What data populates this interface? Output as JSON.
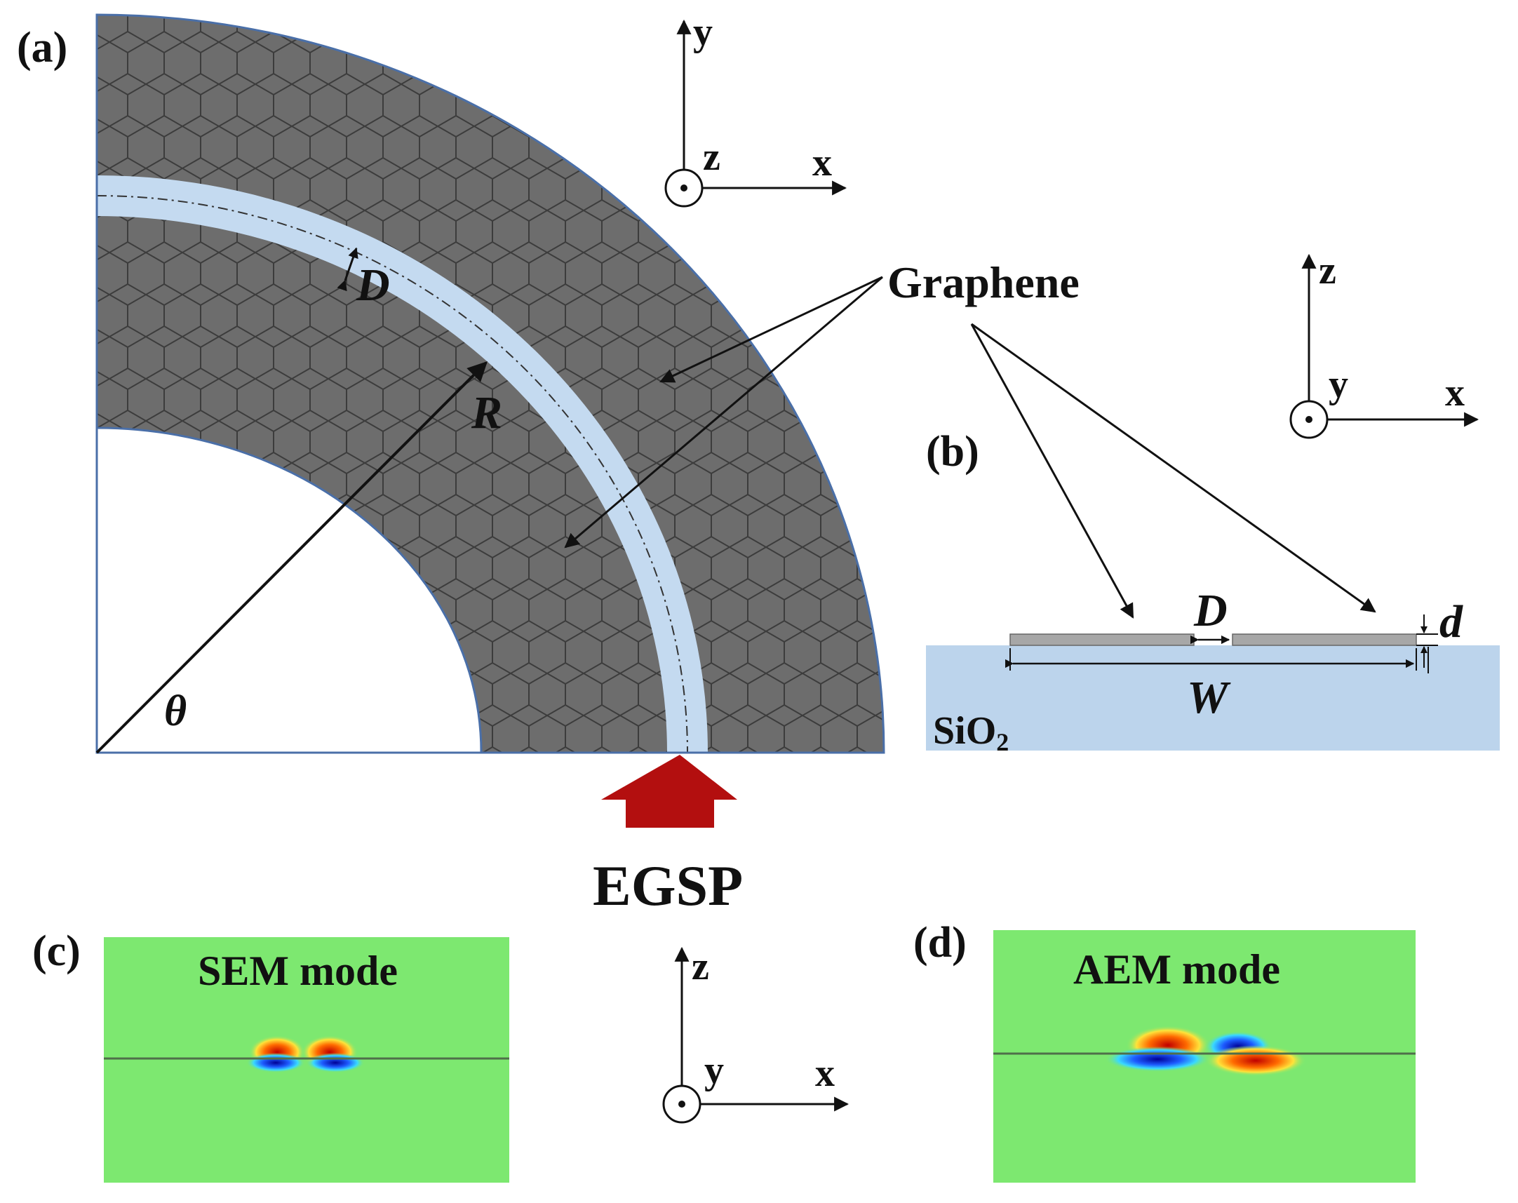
{
  "panels": {
    "a": "(a)",
    "b": "(b)",
    "c": "(c)",
    "d": "(d)"
  },
  "labels": {
    "graphene": "Graphene",
    "egsp": "EGSP",
    "gap_a": "D",
    "radius": "R",
    "angle": "θ",
    "gap_b": "D",
    "thickness": "d",
    "width": "W",
    "substrate_main": "SiO",
    "substrate_sub": "2",
    "sem_title": "SEM mode",
    "aem_title": "AEM mode"
  },
  "axes": {
    "a": {
      "h": "x",
      "v": "y",
      "out": "z"
    },
    "b": {
      "h": "x",
      "v": "z",
      "out": "y"
    },
    "c": {
      "h": "x",
      "v": "z",
      "out": "y"
    }
  },
  "colors": {
    "graphene": "#6d6d6d",
    "hex_lines": "#3c3c3c",
    "gap": "#c4daf0",
    "substrate": "#bcd4ec",
    "egsp_arrow": "#b30f0f",
    "field_bg": "#7de870",
    "outline": "#4a6fa8"
  }
}
